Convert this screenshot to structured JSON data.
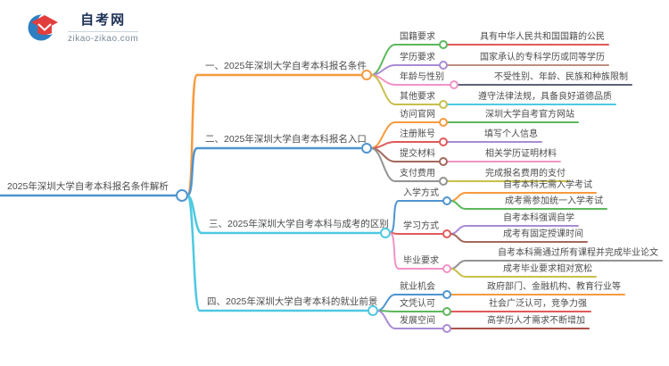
{
  "logo": {
    "title": "自考网",
    "domain": "zikao-zikao.com"
  },
  "palette": {
    "orange": "#F79A3E",
    "blue": "#4E94D0",
    "cyan": "#4EC9E1",
    "green": "#5CB85C",
    "purple": "#A98BD3",
    "pink": "#F193C5",
    "olive": "#C9BF4B",
    "red": "#E05A5A",
    "rosybrown": "#BE8E80",
    "slate": "#5C6474",
    "brown": "#A2685C",
    "gray": "#939393",
    "darkred": "#A8524C",
    "text": "#4C4C4C",
    "logo_blue": "#2E7FC1",
    "logo_red": "#E23E3E"
  },
  "mindmap": {
    "root": {
      "text": "2025年深圳大学自考本科报名条件解析",
      "color": "blue"
    },
    "branches": [
      {
        "text": "一、2025年深圳大学自考本科报名条件",
        "color": "orange",
        "children": [
          {
            "text": "国籍要求",
            "color": "green",
            "leaves": [
              {
                "text": "具有中华人民共和国国籍的公民",
                "color": "red"
              }
            ]
          },
          {
            "text": "学历要求",
            "color": "purple",
            "leaves": [
              {
                "text": "国家承认的专科学历或同等学历",
                "color": "rosybrown"
              }
            ]
          },
          {
            "text": "年龄与性别",
            "color": "pink",
            "leaves": [
              {
                "text": "不受性别、年龄、民族和种族限制",
                "color": "slate"
              }
            ]
          },
          {
            "text": "其他要求",
            "color": "olive",
            "leaves": [
              {
                "text": "遵守法律法规，具备良好道德品质",
                "color": "cyan"
              }
            ]
          }
        ]
      },
      {
        "text": "二、2025年深圳大学自考本科报名入口",
        "color": "blue",
        "children": [
          {
            "text": "访问官网",
            "color": "orange",
            "leaves": [
              {
                "text": "深圳大学自考官方网站",
                "color": "green"
              }
            ]
          },
          {
            "text": "注册账号",
            "color": "red",
            "leaves": [
              {
                "text": "填写个人信息",
                "color": "purple"
              }
            ]
          },
          {
            "text": "提交材料",
            "color": "brown",
            "leaves": [
              {
                "text": "相关学历证明材料",
                "color": "pink"
              }
            ]
          },
          {
            "text": "支付费用",
            "color": "gray",
            "leaves": [
              {
                "text": "完成报名费用的支付",
                "color": "olive"
              }
            ]
          }
        ]
      },
      {
        "text": "三、2025年深圳大学自考本科与成考的区别",
        "color": "cyan",
        "children": [
          {
            "text": "入学方式",
            "color": "blue",
            "leaves": [
              {
                "text": "自考本科无需入学考试",
                "color": "orange"
              },
              {
                "text": "成考需参加统一入学考试",
                "color": "green"
              }
            ]
          },
          {
            "text": "学习方式",
            "color": "red",
            "leaves": [
              {
                "text": "自考本科强调自学",
                "color": "purple"
              },
              {
                "text": "成考有固定授课时间",
                "color": "brown"
              }
            ]
          },
          {
            "text": "毕业要求",
            "color": "pink",
            "leaves": [
              {
                "text": "自考本科需通过所有课程并完成毕业论文",
                "color": "gray"
              },
              {
                "text": "成考毕业要求相对宽松",
                "color": "olive"
              }
            ]
          }
        ]
      },
      {
        "text": "四、2025年深圳大学自考本科的就业前景",
        "color": "cyan",
        "children": [
          {
            "text": "就业机会",
            "color": "blue",
            "leaves": [
              {
                "text": "政府部门、金融机构、教育行业等",
                "color": "orange"
              }
            ]
          },
          {
            "text": "文凭认可",
            "color": "green",
            "leaves": [
              {
                "text": "社会广泛认可，竞争力强",
                "color": "red"
              }
            ]
          },
          {
            "text": "发展空间",
            "color": "purple",
            "leaves": [
              {
                "text": "高学历人才需求不断增加",
                "color": "darkred"
              }
            ]
          }
        ]
      }
    ]
  }
}
